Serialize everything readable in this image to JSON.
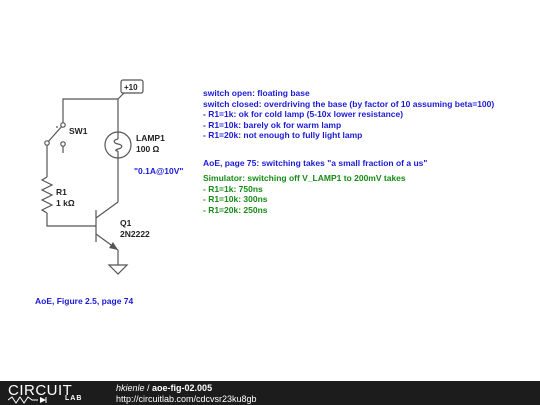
{
  "circuit": {
    "supply_label": "+10",
    "switch_label": "SW1",
    "lamp_name": "LAMP1",
    "lamp_value": "100 Ω",
    "resistor_name": "R1",
    "resistor_value": "1 kΩ",
    "transistor_name": "Q1",
    "transistor_value": "2N2222",
    "lamp_rating": "\"0.1A@10V\""
  },
  "notes": {
    "blue_lines": [
      "switch open: floating base",
      "switch closed: overdriving the base (by factor of 10 assuming beta=100)",
      "- R1=1k: ok for cold lamp (5-10x lower resistance)",
      "- R1=10k: barely ok for warm lamp",
      "- R1=20k: not enough to fully light lamp"
    ],
    "reference": "AoE, page 75: switching takes \"a small fraction of a us\"",
    "green_lines": [
      "Simulator: switching off V_LAMP1 to 200mV takes",
      "- R1=1k: 750ns",
      "- R1=10k: 300ns",
      "- R1=20k: 250ns"
    ]
  },
  "caption": "AoE, Figure 2.5, page 74",
  "footer": {
    "brand_top": "CIRCUIT",
    "brand_bottom": "LAB",
    "author": "hkienle",
    "separator": " / ",
    "title": "aoe-fig-02.005",
    "url": "http://circuitlab.com/cdcvsr23ku8gb"
  },
  "colors": {
    "note_blue": "#1a1ad6",
    "note_green": "#168a16",
    "wire": "#555555",
    "footer_bg": "#1c1c1c"
  }
}
